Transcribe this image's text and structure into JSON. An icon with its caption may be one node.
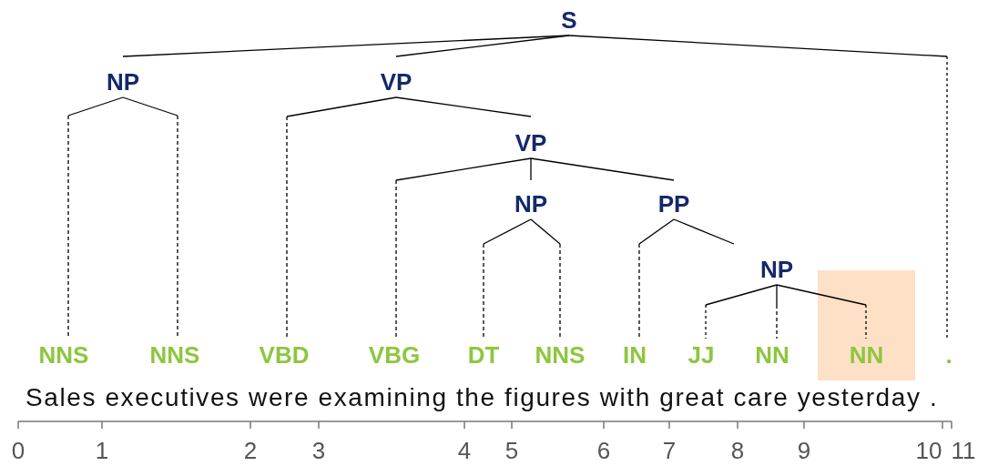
{
  "diagram": {
    "nodes": [
      {
        "text": [
          "S"
        ]
      },
      {
        "text": [
          "NP"
        ]
      },
      {
        "text": [
          "VP"
        ]
      },
      {
        "text": [
          "VP"
        ]
      },
      {
        "text": [
          "NP"
        ]
      },
      {
        "text": [
          "PP"
        ]
      },
      {
        "text": [
          "NP"
        ]
      },
      {
        "text": [
          "NNS"
        ]
      },
      {
        "text": [
          "NNS"
        ]
      },
      {
        "text": [
          "VBD"
        ]
      },
      {
        "text": [
          "VBG"
        ]
      },
      {
        "text": [
          "DT"
        ]
      },
      {
        "text": [
          "NNS"
        ]
      },
      {
        "text": [
          "IN"
        ]
      },
      {
        "text": [
          "JJ"
        ]
      },
      {
        "text": [
          "NN"
        ]
      },
      {
        "text": [
          "NN"
        ]
      },
      {
        "text": [
          "."
        ]
      }
    ],
    "edges": [
      {
        "from": 0,
        "to": 1,
        "arrow": "none"
      },
      {
        "from": 0,
        "to": 2,
        "arrow": "none"
      },
      {
        "from": 0,
        "to": 17,
        "arrow": "none"
      },
      {
        "from": 1,
        "to": 7,
        "arrow": "none",
        "style": "dashed"
      },
      {
        "from": 1,
        "to": 8,
        "arrow": "none",
        "style": "dashed"
      },
      {
        "from": 2,
        "to": 9,
        "arrow": "none",
        "style": "dashed"
      },
      {
        "from": 2,
        "to": 3,
        "arrow": "none"
      },
      {
        "from": 3,
        "to": 10,
        "arrow": "none",
        "style": "dashed"
      },
      {
        "from": 3,
        "to": 4,
        "arrow": "none"
      },
      {
        "from": 3,
        "to": 5,
        "arrow": "none"
      },
      {
        "from": 4,
        "to": 11,
        "arrow": "none",
        "style": "dashed"
      },
      {
        "from": 4,
        "to": 12,
        "arrow": "none",
        "style": "dashed"
      },
      {
        "from": 5,
        "to": 13,
        "arrow": "none",
        "style": "dashed"
      },
      {
        "from": 5,
        "to": 6,
        "arrow": "none"
      },
      {
        "from": 6,
        "to": 14,
        "arrow": "none"
      },
      {
        "from": 6,
        "to": 15,
        "arrow": "none",
        "style": "dashed"
      },
      {
        "from": 6,
        "to": 16,
        "arrow": "none"
      }
    ],
    "labels": [
      "Sales executives were examining the figures with great care yesterday .",
      "0",
      "1",
      "2",
      "3",
      "4",
      "5",
      "6",
      "7",
      "8",
      "9",
      "10",
      "11"
    ]
  }
}
